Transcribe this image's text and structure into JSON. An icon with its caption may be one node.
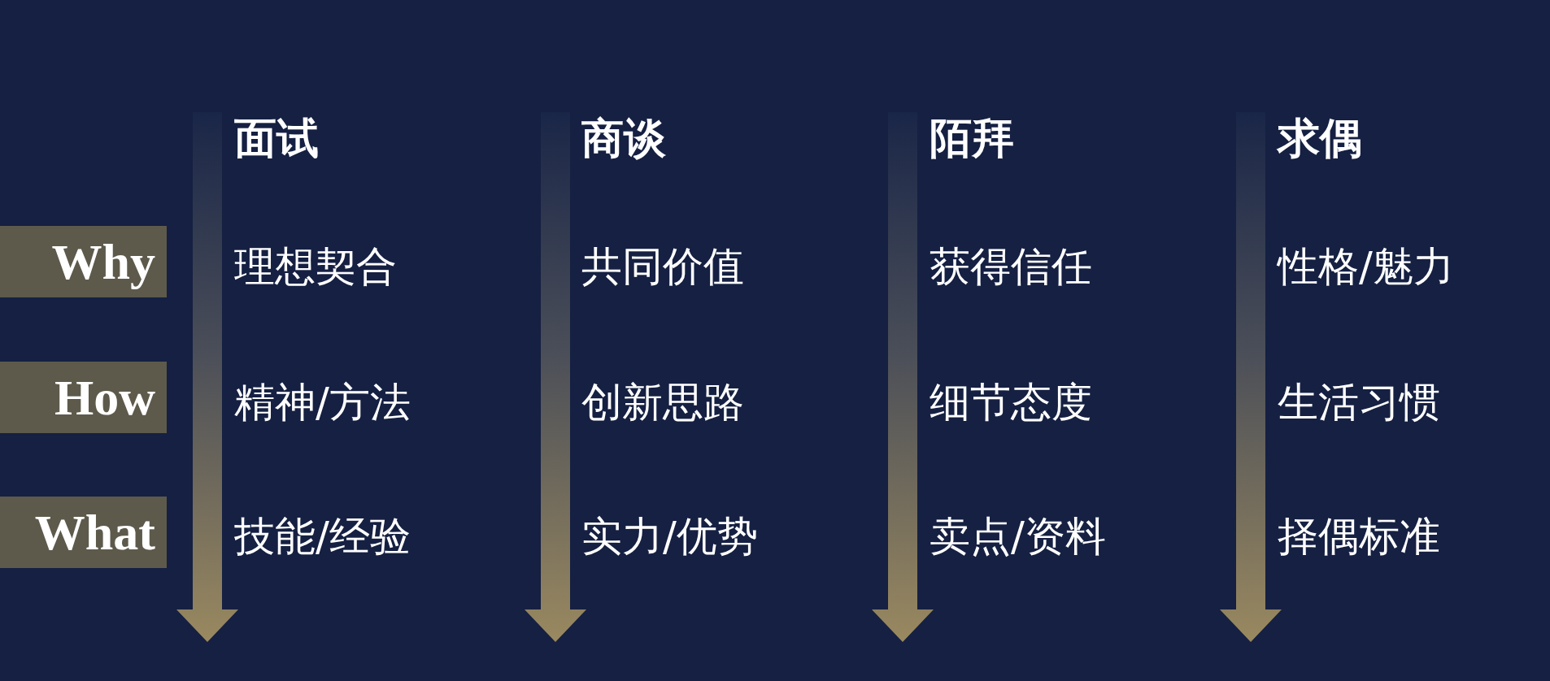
{
  "diagram": {
    "nodes": [
      {
        "text": [
          "Why"
        ]
      },
      {
        "text": [
          "How"
        ]
      },
      {
        "text": [
          "What"
        ]
      }
    ],
    "labels": [
      "面试",
      "商谈",
      "陌拜",
      "求偶",
      "理想契合",
      "共同价值",
      "获得信任",
      "性格/魅力",
      "精神/方法",
      "创新思路",
      "细节态度",
      "生活习惯",
      "技能/经验",
      "实力/优势",
      "卖点/资料",
      "择偶标准"
    ]
  }
}
